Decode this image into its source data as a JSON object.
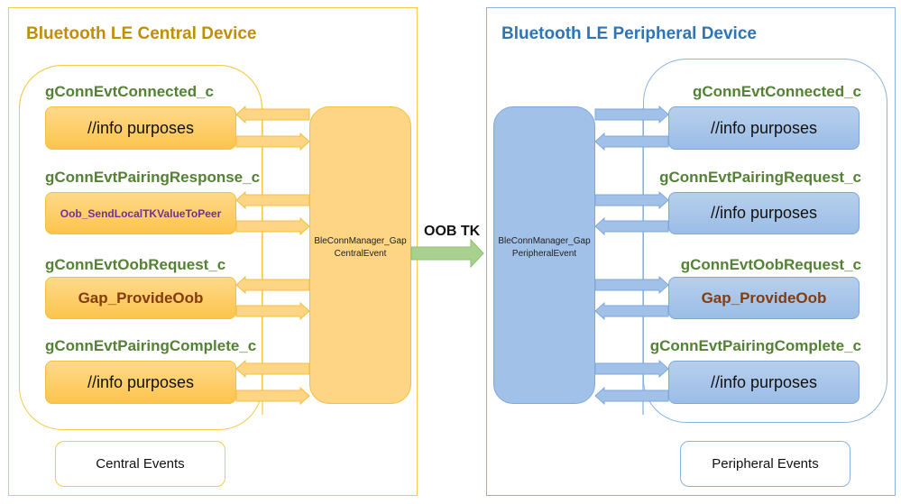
{
  "colors": {
    "central_accent": "#f5cb4a",
    "central_fill": "#fcc44d",
    "peripheral_accent": "#8ab4e0",
    "peripheral_fill": "#9bbde6",
    "event_name": "#548235",
    "oob_arrow": "#a9d18e",
    "purple_text": "#7030a0",
    "brown_text": "#843c0c"
  },
  "central": {
    "title": "Bluetooth LE Central Device",
    "manager_label": "BleConnManager_GapCentralEvent",
    "legend": "Central Events",
    "events": [
      {
        "name": "gConnEvtConnected_c",
        "handler": "//info purposes"
      },
      {
        "name": "gConnEvtPairingResponse_c",
        "handler": "Oob_SendLocalTKValueToPeer"
      },
      {
        "name": "gConnEvtOobRequest_c",
        "handler": "Gap_ProvideOob"
      },
      {
        "name": "gConnEvtPairingComplete_c",
        "handler": "//info purposes"
      }
    ]
  },
  "peripheral": {
    "title": "Bluetooth LE Peripheral Device",
    "manager_label": "BleConnManager_GapPeripheralEvent",
    "legend": "Peripheral Events",
    "events": [
      {
        "name": "gConnEvtConnected_c",
        "handler": "//info purposes"
      },
      {
        "name": "gConnEvtPairingRequest_c",
        "handler": "//info purposes"
      },
      {
        "name": "gConnEvtOobRequest_c",
        "handler": "Gap_ProvideOob"
      },
      {
        "name": "gConnEvtPairingComplete_c",
        "handler": "//info purposes"
      }
    ]
  },
  "link": {
    "label": "OOB TK",
    "direction": "central-to-peripheral"
  }
}
